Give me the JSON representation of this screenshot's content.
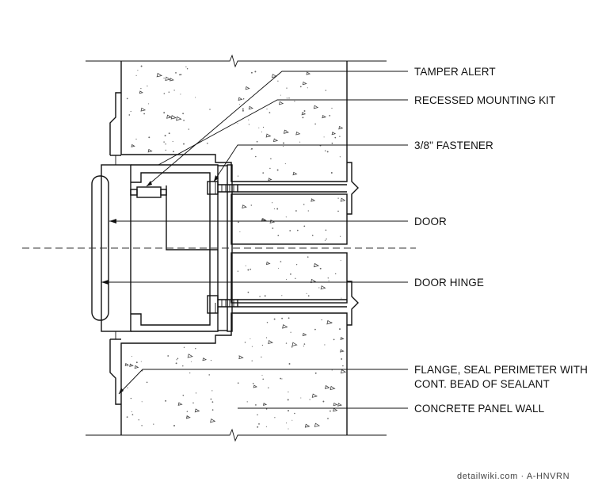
{
  "labels": {
    "tamper_alert": "TAMPER ALERT",
    "recessed_mounting_kit": "RECESSED MOUNTING KIT",
    "fastener": "3/8\" FASTENER",
    "door": "DOOR",
    "door_hinge": "DOOR HINGE",
    "flange_line1": "FLANGE, SEAL PERIMETER WITH",
    "flange_line2": "CONT. BEAD OF SEALANT",
    "concrete_panel_wall": "CONCRETE PANEL WALL"
  },
  "watermark": "detailwiki.com · A-HNVRN",
  "colors": {
    "line": "#111111",
    "background": "#ffffff"
  }
}
